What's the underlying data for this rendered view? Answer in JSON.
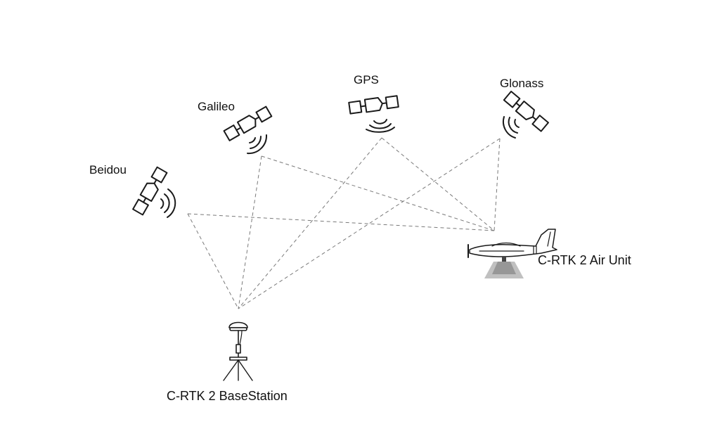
{
  "diagram": {
    "type": "GNSS RTK positioning diagram",
    "satellites": [
      {
        "id": "beidou",
        "label": "Beidou"
      },
      {
        "id": "galileo",
        "label": "Galileo"
      },
      {
        "id": "gps",
        "label": "GPS"
      },
      {
        "id": "glonass",
        "label": "Glonass"
      }
    ],
    "receivers": [
      {
        "id": "air-unit",
        "label": "C-RTK 2 Air Unit"
      },
      {
        "id": "base-station",
        "label": "C-RTK 2 BaseStation"
      }
    ],
    "links": [
      {
        "from": "beidou",
        "to": "air-unit"
      },
      {
        "from": "beidou",
        "to": "base-station"
      },
      {
        "from": "galileo",
        "to": "air-unit"
      },
      {
        "from": "galileo",
        "to": "base-station"
      },
      {
        "from": "gps",
        "to": "air-unit"
      },
      {
        "from": "gps",
        "to": "base-station"
      },
      {
        "from": "glonass",
        "to": "air-unit"
      },
      {
        "from": "glonass",
        "to": "base-station"
      }
    ],
    "colors": {
      "line": "#1a1a1a",
      "dashed_link": "#7a7a7a",
      "background": "#ffffff"
    }
  }
}
